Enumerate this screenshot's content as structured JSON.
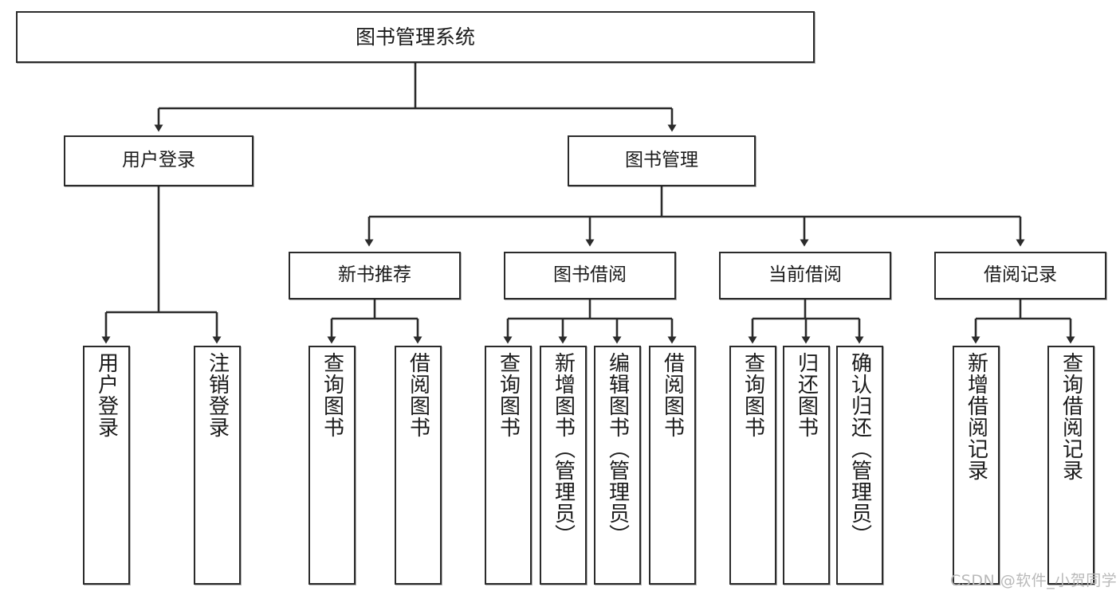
{
  "diagram": {
    "title": "图书管理系统",
    "type": "hierarchy-tree",
    "watermark": "CSDN @软件_小贺同学",
    "colors": {
      "box_border": "#2b2b2b",
      "box_fill": "#ffffff",
      "connector": "#2b2b2b",
      "text": "#1b1b1b",
      "watermark": "#b9b9b9",
      "background": "#ffffff"
    }
  },
  "nodes": {
    "root": {
      "label": "图书管理系统"
    },
    "level2": [
      {
        "id": "user-login",
        "label": "用户登录"
      },
      {
        "id": "book-management",
        "label": "图书管理"
      }
    ],
    "level3": [
      {
        "id": "new-book-recommend",
        "label": "新书推荐"
      },
      {
        "id": "book-borrow",
        "label": "图书借阅"
      },
      {
        "id": "current-borrow",
        "label": "当前借阅"
      },
      {
        "id": "borrow-record",
        "label": "借阅记录"
      }
    ],
    "leaves": [
      {
        "id": "leaf-user-login",
        "parent": "user-login",
        "label": "用户登录"
      },
      {
        "id": "leaf-logout-login",
        "parent": "user-login",
        "label": "注销登录"
      },
      {
        "id": "leaf-query-book-1",
        "parent": "new-book-recommend",
        "label": "查询图书"
      },
      {
        "id": "leaf-borrow-book-1",
        "parent": "new-book-recommend",
        "label": "借阅图书"
      },
      {
        "id": "leaf-query-book-2",
        "parent": "book-borrow",
        "label": "查询图书"
      },
      {
        "id": "leaf-add-book-admin",
        "parent": "book-borrow",
        "label": "新增图书（管理员）"
      },
      {
        "id": "leaf-edit-book-admin",
        "parent": "book-borrow",
        "label": "编辑图书（管理员）"
      },
      {
        "id": "leaf-borrow-book-2",
        "parent": "book-borrow",
        "label": "借阅图书"
      },
      {
        "id": "leaf-query-book-3",
        "parent": "current-borrow",
        "label": "查询图书"
      },
      {
        "id": "leaf-return-book",
        "parent": "current-borrow",
        "label": "归还图书"
      },
      {
        "id": "leaf-confirm-return-admin",
        "parent": "current-borrow",
        "label": "确认归还（管理员）"
      },
      {
        "id": "leaf-add-borrow-record",
        "parent": "borrow-record",
        "label": "新增借阅记录"
      },
      {
        "id": "leaf-query-borrow-record",
        "parent": "borrow-record",
        "label": "查询借阅记录"
      }
    ]
  }
}
